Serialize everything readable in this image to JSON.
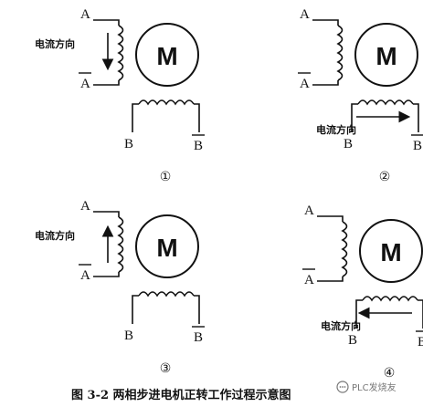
{
  "labels": {
    "a": "A",
    "a_bar": "A",
    "b": "B",
    "b_bar": "B",
    "motor": "M",
    "current_direction": "电流方向"
  },
  "panels": [
    {
      "number": "①",
      "active_winding": "A",
      "current_arrow": "down"
    },
    {
      "number": "②",
      "active_winding": "B",
      "current_arrow": "right"
    },
    {
      "number": "③",
      "active_winding": "A",
      "current_arrow": "up"
    },
    {
      "number": "④",
      "active_winding": "B",
      "current_arrow": "left"
    }
  ],
  "caption": "图 3-2  两相步进电机正转工作过程示意图",
  "watermark": {
    "icon": "chat-bubble-icon",
    "text": "PLC发烧友"
  },
  "colors": {
    "ink": "#111111",
    "background": "#ffffff",
    "watermark": "#777777"
  }
}
